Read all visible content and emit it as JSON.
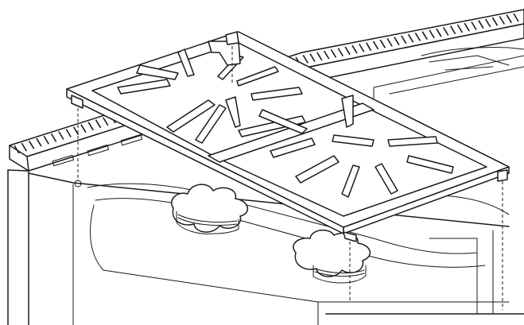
{
  "figure": {
    "subject": "cooktop-grate-installation",
    "parts": [
      "rear-vent-trim",
      "cooktop-body",
      "burner-caps",
      "cast-iron-grate",
      "alignment-guides"
    ],
    "line_color": "#1a1a1a",
    "background_color": "#ffffff"
  }
}
